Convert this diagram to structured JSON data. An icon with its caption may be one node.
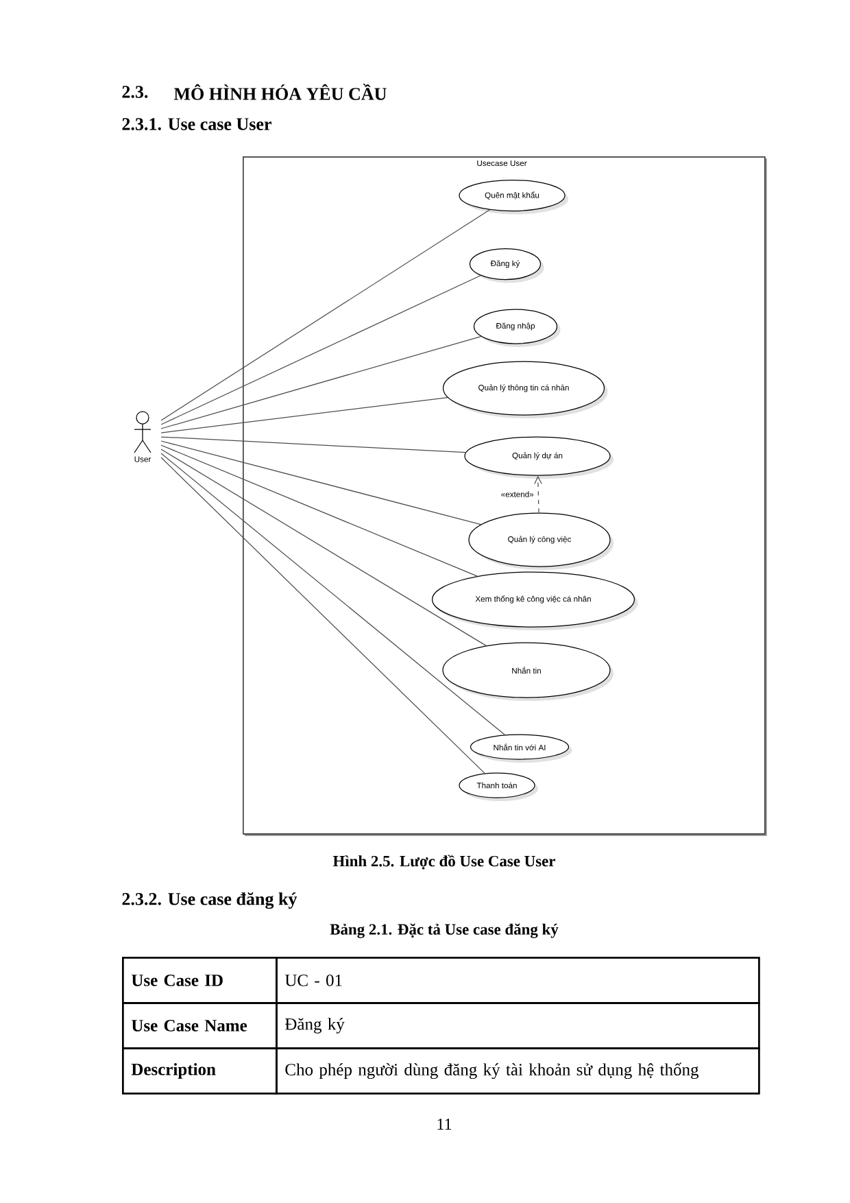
{
  "diagram": {
    "caption": "Hình 2.5. Lược đồ Use Case User",
    "nodes": [
      {
        "text": [
          "Usecase User"
        ]
      },
      {
        "text": [
          "User"
        ]
      },
      {
        "text": [
          "Quên mật khẩu"
        ],
        "in": 0
      },
      {
        "text": [
          "Đăng ký"
        ],
        "in": 0
      },
      {
        "text": [
          "Đăng nhập"
        ],
        "in": 0
      },
      {
        "text": [
          "Quản lý thông tin cá nhân"
        ],
        "in": 0
      },
      {
        "text": [
          "Quản lý dự án"
        ],
        "in": 0
      },
      {
        "text": [
          "Quản lý công việc"
        ],
        "in": 0
      },
      {
        "text": [
          "Xem thống kê công việc cá nhân"
        ],
        "in": 0
      },
      {
        "text": [
          "Nhắn tin"
        ],
        "in": 0
      },
      {
        "text": [
          "Nhắn tin với AI"
        ],
        "in": 0
      },
      {
        "text": [
          "Thanh toán"
        ],
        "in": 0
      }
    ],
    "edges": [
      {
        "from": 1,
        "to": 2,
        "arrow": "none"
      },
      {
        "from": 1,
        "to": 3,
        "arrow": "none"
      },
      {
        "from": 1,
        "to": 4,
        "arrow": "none"
      },
      {
        "from": 1,
        "to": 5,
        "arrow": "none"
      },
      {
        "from": 1,
        "to": 6,
        "arrow": "none"
      },
      {
        "from": 1,
        "to": 7,
        "arrow": "none"
      },
      {
        "from": 1,
        "to": 8,
        "arrow": "none"
      },
      {
        "from": 1,
        "to": 9,
        "arrow": "none"
      },
      {
        "from": 1,
        "to": 10,
        "arrow": "none"
      },
      {
        "from": 1,
        "to": 11,
        "arrow": "none"
      },
      {
        "from": 7,
        "to": 6,
        "arrow": "to",
        "style": "dashed",
        "label": "«extend»"
      }
    ],
    "labels": [
      "2.3.",
      "MÔ HÌNH HÓA YÊU CẦU",
      "2.3.1. Use case User",
      "2.3.2. Use case đăng ký",
      "Bảng 2.1. Đặc tả Use case đăng ký",
      "Use Case ID",
      "UC - 01",
      "Use Case Name",
      "Đăng ký",
      "Description",
      "Cho phép người dùng đăng ký tài khoản sử dụng hệ thống",
      "11"
    ]
  }
}
